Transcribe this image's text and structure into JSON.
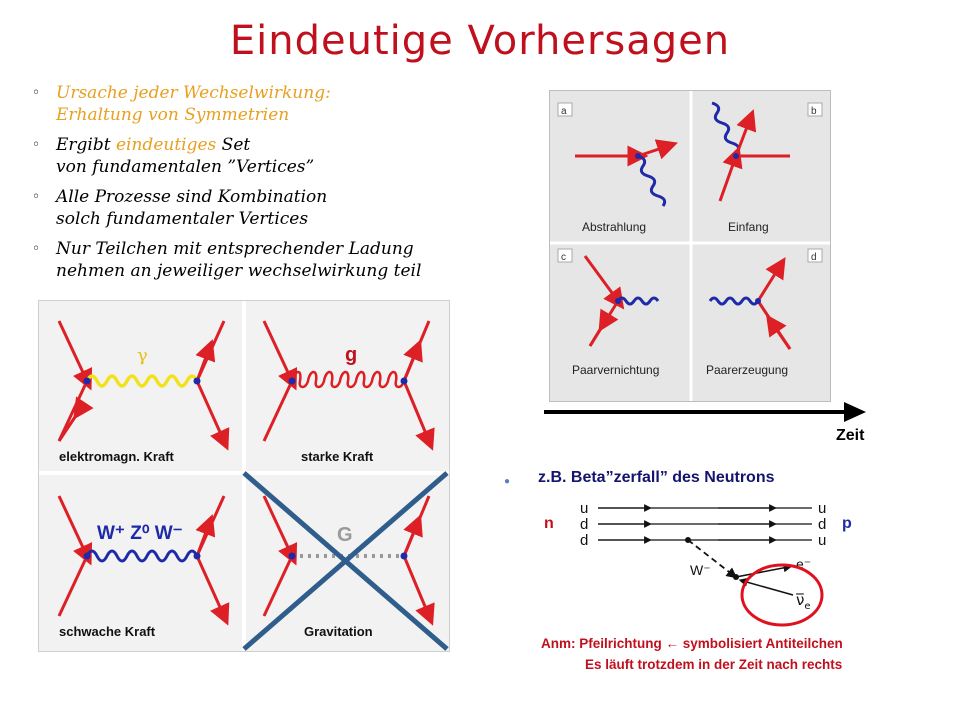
{
  "title": "Eindeutige Vorhersagen",
  "bullets": [
    {
      "lines": [
        "Ursache jeder Wechselwirkung:",
        "Erhaltung von Symmetrien"
      ]
    },
    {
      "line1_pre": "Ergibt ",
      "line1_highlight": "eindeutiges",
      "line1_post": " Set",
      "line2": "von fundamentalen ”Vertices”"
    },
    {
      "lines": [
        "Alle Prozesse sind Kombination",
        "solch fundamentaler Vertices"
      ]
    },
    {
      "lines": [
        "Nur Teilchen mit entsprechender Ladung",
        "nehmen an jeweiliger wechselwirkung teil"
      ]
    }
  ],
  "forces": {
    "em_label": "elektromagn. Kraft",
    "em_boson": "γ",
    "strong_label": "starke Kraft",
    "strong_boson": "g",
    "weak_label": "schwache Kraft",
    "weak_bosons": "W⁺ Z⁰ W⁻",
    "grav_label": "Gravitation",
    "grav_boson": "G"
  },
  "vertices": {
    "a_tag": "a",
    "b_tag": "b",
    "c_tag": "c",
    "d_tag": "d",
    "a_label": "Abstrahlung",
    "b_label": "Einfang",
    "c_label": "Paarvernichtung",
    "d_label": "Paarerzeugung"
  },
  "zeit": "Zeit",
  "beta": {
    "title": "z.B. Beta”zerfall” des Neutrons",
    "n": "n",
    "p": "p",
    "left_quarks": [
      "u",
      "d",
      "d"
    ],
    "right_quarks": [
      "u",
      "d",
      "u"
    ],
    "w": "W⁻",
    "electron": "e⁻",
    "antineutrino": "ν̅",
    "nu_sub": "e"
  },
  "note": {
    "line1": "Anm: Pfeilrichtung ← symbolisiert Antiteilchen",
    "line2": "Es läuft trotzdem in der Zeit nach rechts"
  },
  "colors": {
    "title": "#c0101e",
    "fermion": "#dd1f26",
    "photon": "#f2e21a",
    "boson_blue": "#1e2aa8",
    "gravity_cross": "#2f5d8c",
    "highlight": "#e8a020"
  }
}
